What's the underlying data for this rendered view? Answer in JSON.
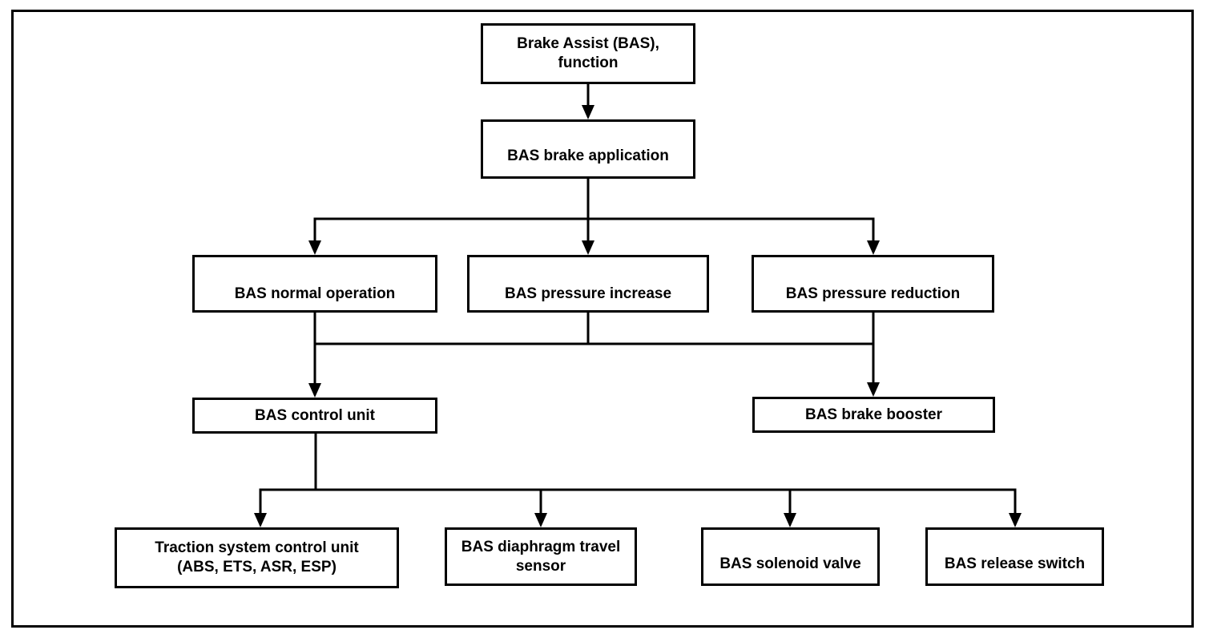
{
  "diagram": {
    "type": "flowchart",
    "colors": {
      "background": "#ffffff",
      "line": "#000000",
      "box_border": "#000000",
      "box_fill": "#ffffff",
      "text": "#000000"
    },
    "nodes": [
      {
        "id": "bas-function",
        "label": "Brake Assist (BAS),\nfunction"
      },
      {
        "id": "bas-brake-application",
        "label": "BAS brake application"
      },
      {
        "id": "bas-normal-operation",
        "label": "BAS normal operation"
      },
      {
        "id": "bas-pressure-increase",
        "label": "BAS pressure increase"
      },
      {
        "id": "bas-pressure-reduction",
        "label": "BAS pressure reduction"
      },
      {
        "id": "bas-control-unit",
        "label": "BAS control unit"
      },
      {
        "id": "bas-brake-booster",
        "label": "BAS brake booster"
      },
      {
        "id": "traction-system-control-unit",
        "label": "Traction system control unit\n(ABS, ETS, ASR, ESP)"
      },
      {
        "id": "bas-diaphragm-travel-sensor",
        "label": "BAS diaphragm travel\nsensor"
      },
      {
        "id": "bas-solenoid-valve",
        "label": "BAS solenoid valve"
      },
      {
        "id": "bas-release-switch",
        "label": "BAS release switch"
      }
    ],
    "edges": [
      {
        "from": "bas-function",
        "to": [
          "bas-brake-application"
        ]
      },
      {
        "from": "bas-brake-application",
        "to": [
          "bas-normal-operation",
          "bas-pressure-increase",
          "bas-pressure-reduction"
        ]
      },
      {
        "from": "bas-normal-operation",
        "to": [
          "bas-control-unit",
          "bas-brake-booster"
        ]
      },
      {
        "from": "bas-pressure-increase",
        "to": [
          "bas-control-unit",
          "bas-brake-booster"
        ]
      },
      {
        "from": "bas-pressure-reduction",
        "to": [
          "bas-control-unit",
          "bas-brake-booster"
        ]
      },
      {
        "from": "bas-control-unit",
        "to": [
          "traction-system-control-unit",
          "bas-diaphragm-travel-sensor",
          "bas-solenoid-valve",
          "bas-release-switch"
        ]
      }
    ]
  }
}
